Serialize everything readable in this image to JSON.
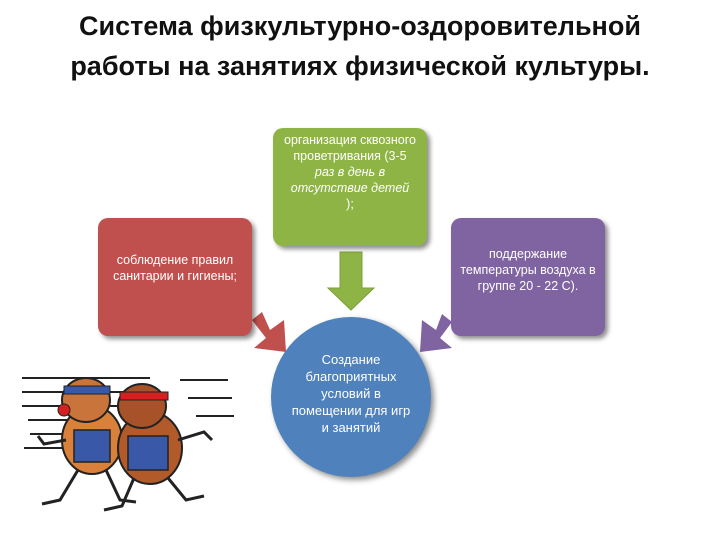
{
  "title": {
    "line1": "Система физкультурно-оздоровительной",
    "line2": "работы на занятиях физической культуры."
  },
  "green_box": {
    "normal_text": "организация сквозного проветривания (3-5",
    "italic_text": "раз в день в отсутствие детей",
    "suffix": ");"
  },
  "red_box": {
    "text": "соблюдение правил санитарии и гигиены;"
  },
  "purple_box": {
    "text": "поддержание температуры воздуха в группе 20 - 22 С)."
  },
  "center_circle": {
    "text": "Создание благоприятных условий в помещении для игр и занятий"
  },
  "colors": {
    "green": "#8fb446",
    "red": "#c0504d",
    "purple": "#8064a2",
    "blue": "#4f81bd",
    "arrow_green": "#8fb446",
    "arrow_red": "#c0504d",
    "arrow_purple": "#8064a2"
  }
}
